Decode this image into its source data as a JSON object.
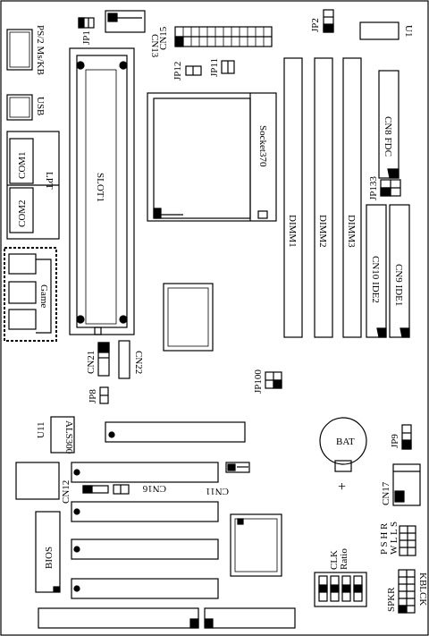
{
  "labels": {
    "jp1": "JP1",
    "cn13": "CN13",
    "cn15": "CN15",
    "jp2": "JP2",
    "u1": "U1",
    "ps2": "PS/2 Ms/KB",
    "jp12": "JP12",
    "jp11": "JP11",
    "usb": "USB",
    "com1": "COM1",
    "com2": "COM2",
    "lpt": "LPT",
    "slot1": "SLOT1",
    "socket370": "Socket370",
    "dimm1": "DIMM1",
    "dimm2": "DIMM2",
    "dimm3": "DIMM3",
    "cn8_fdc": "CN8  FDC",
    "jp133": "JP133",
    "cn10_ide2": "CN10 IDE2",
    "cn9_ide1": "CN9  IDE1",
    "game": "Game",
    "cn21": "CN21",
    "cn22": "CN22",
    "jp100": "JP100",
    "jp8": "JP8",
    "u11": "U11",
    "als300": "ALS300",
    "bat": "BAT",
    "bat_polarity": "+",
    "jp9": "JP9",
    "cn11": "CN11",
    "cn12": "CN12",
    "cn16": "CN16",
    "cn17": "CN17",
    "bios": "BIOS",
    "pshr": "P S H R",
    "wlls": "W L L S",
    "clk": "CLK",
    "ratio": "Ratio",
    "spkr": "SPKR",
    "kblck": "KBLCK"
  }
}
